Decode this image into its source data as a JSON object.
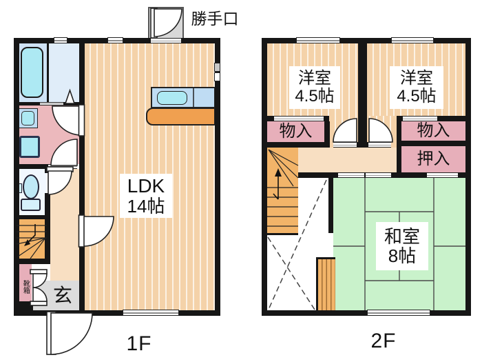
{
  "plan_title": "floor-plan",
  "floors": [
    {
      "name": "1F",
      "back_door_label": "勝手口",
      "rooms": {
        "ldk": {
          "label": "LDK",
          "size": "14帖"
        },
        "genkan": {
          "label": "玄"
        },
        "kutsubako": {
          "label": "靴箱"
        }
      }
    },
    {
      "name": "2F",
      "rooms": {
        "yoshitsu_left": {
          "label": "洋室",
          "size": "4.5帖"
        },
        "yoshitsu_right": {
          "label": "洋室",
          "size": "4.5帖"
        },
        "monoiri_left": {
          "label": "物入"
        },
        "monoiri_right": {
          "label": "物入"
        },
        "oshiire": {
          "label": "押入"
        },
        "washitsu": {
          "label": "和室",
          "size": "8帖"
        }
      }
    }
  ],
  "colors": {
    "wall": "#161616",
    "wood_floor": "#f4d2a9",
    "hallway": "#f8dfc2",
    "closet_pink": "#e7afba",
    "washroom_pink": "#ecb9bd",
    "tatami_green": "#c9f2cb",
    "stairs_orange": "#f2b469",
    "counter_orange": "#f0a050",
    "counter_blue": "#bfdcf3",
    "fixture_cyan": "#ade9f3",
    "bath_blue": "#cfe3f6",
    "genkan_gray": "#dcdcdc"
  }
}
